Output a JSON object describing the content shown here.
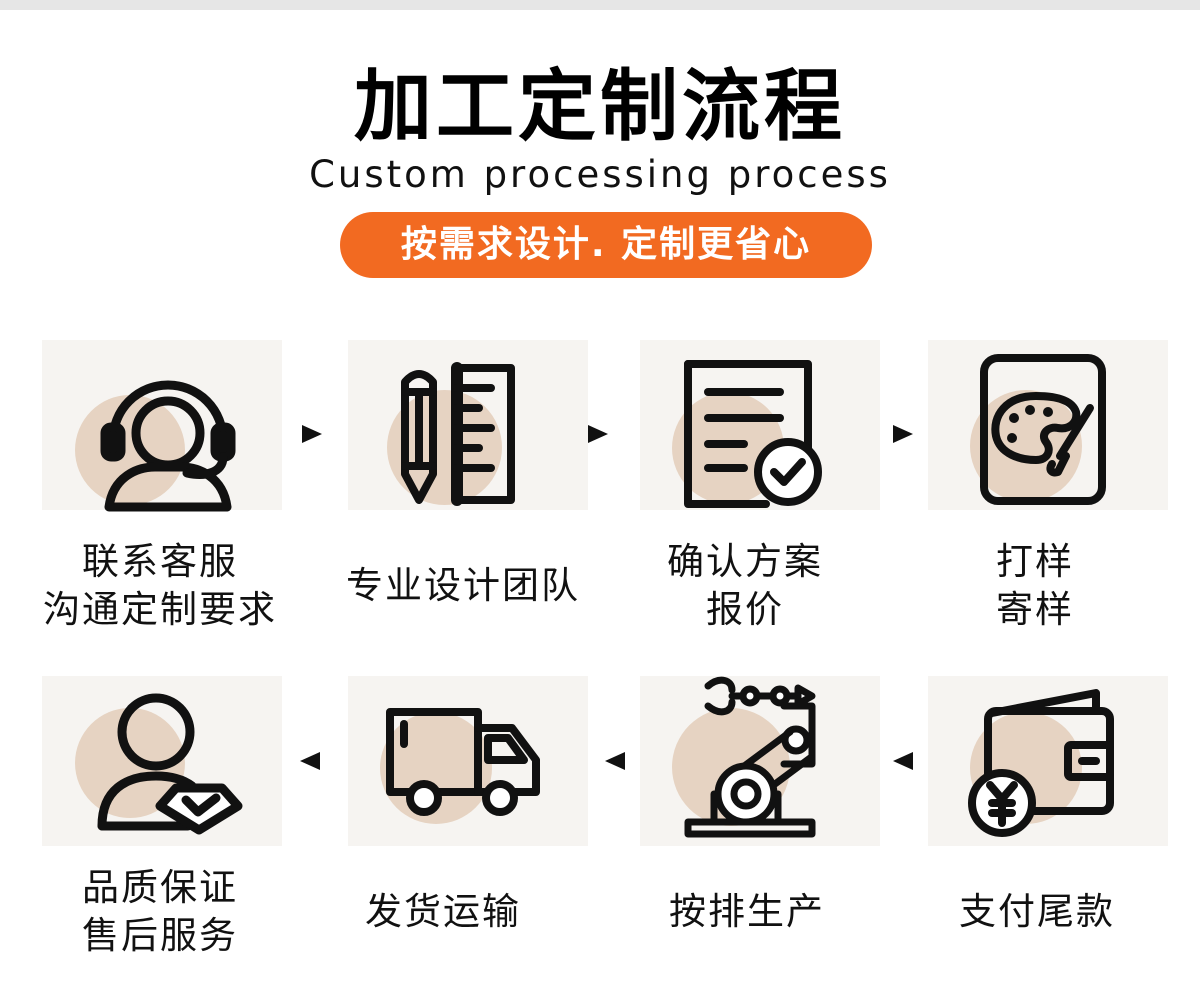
{
  "header": {
    "title": "加工定制流程",
    "subtitle": "Custom processing process",
    "tagline": "按需求设计. 定制更省心"
  },
  "steps": [
    {
      "icon": "headset-agent-icon",
      "lines": [
        "联系客服",
        "沟通定制要求"
      ]
    },
    {
      "icon": "pencil-ruler-icon",
      "lines": [
        "专业设计团队"
      ]
    },
    {
      "icon": "document-check-icon",
      "lines": [
        "确认方案",
        "报价"
      ]
    },
    {
      "icon": "palette-icon",
      "lines": [
        "打样",
        "寄样"
      ]
    },
    {
      "icon": "wallet-yuan-icon",
      "lines": [
        "支付尾款"
      ]
    },
    {
      "icon": "robot-arm-icon",
      "lines": [
        "按排生产"
      ]
    },
    {
      "icon": "delivery-truck-icon",
      "lines": [
        "发货运输"
      ]
    },
    {
      "icon": "user-shield-icon",
      "lines": [
        "品质保证",
        "售后服务"
      ]
    }
  ],
  "colors": {
    "accent": "#f26a21",
    "blob": "#e6d3c2",
    "ink": "#111111"
  }
}
